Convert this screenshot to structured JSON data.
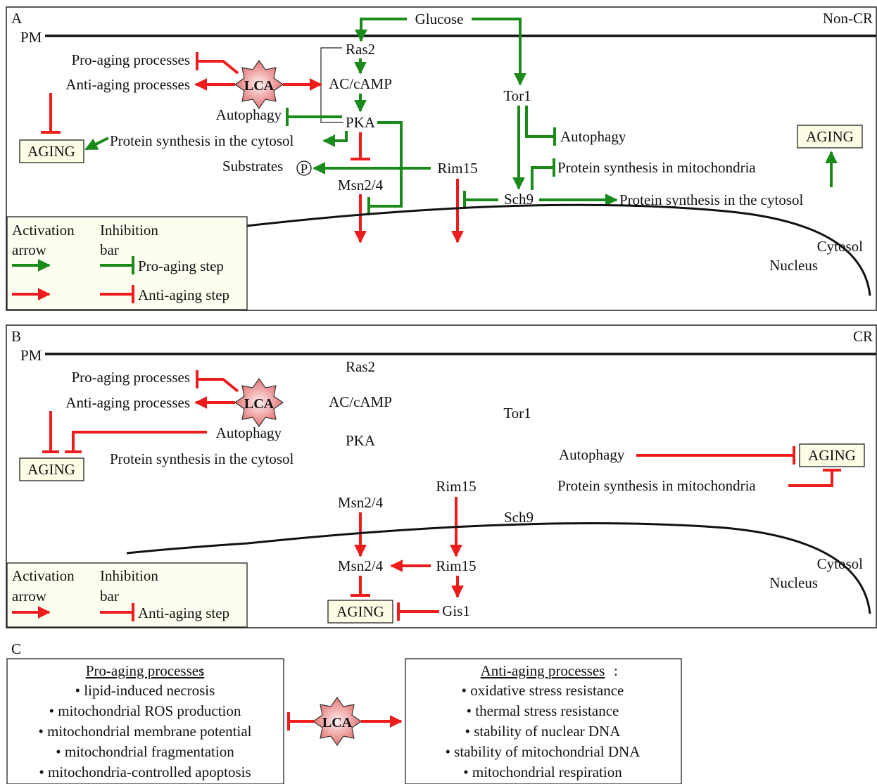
{
  "colors": {
    "activation_pro": "#1a8a1a",
    "anti": "#ee1c1c",
    "legend_bg": "#fefef0",
    "aging_bg": "#fdfde6"
  },
  "panel_a": {
    "label": "A",
    "condition": "Non-CR",
    "pm": "PM",
    "glucose": "Glucose",
    "ras2": "Ras2",
    "ac_camp": "AC/cAMP",
    "pka": "PKA",
    "tor1": "Tor1",
    "sch9": "Sch9",
    "rim15": "Rim15",
    "msn24": "Msn2/4",
    "substrates": "Substrates",
    "phospho": "P",
    "lca": "LCA",
    "pro_aging": "Pro-aging processes",
    "anti_aging": "Anti-aging processes",
    "autophagy_left": "Autophagy",
    "protein_cytosol_left": "Protein synthesis in the cytosol",
    "aging_left": "AGING",
    "aging_right": "AGING",
    "autophagy_right": "Autophagy",
    "protein_mito": "Protein synthesis in mitochondria",
    "protein_cytosol_right": "Protein synthesis in the cytosol",
    "cytosol": "Cytosol",
    "nucleus": "Nucleus",
    "legend": {
      "activation": "Activation",
      "arrow": "arrow",
      "inhibition": "Inhibition",
      "bar": "bar",
      "pro_step": "Pro-aging step",
      "anti_step": "Anti-aging step"
    }
  },
  "panel_b": {
    "label": "B",
    "condition": "CR",
    "pm": "PM",
    "ras2": "Ras2",
    "ac_camp": "AC/cAMP",
    "pka": "PKA",
    "tor1": "Tor1",
    "sch9": "Sch9",
    "rim15_top": "Rim15",
    "msn24_top": "Msn2/4",
    "msn24_nuc": "Msn2/4",
    "rim15_nuc": "Rim15",
    "gis1": "Gis1",
    "aging_nuc": "AGING",
    "lca": "LCA",
    "pro_aging": "Pro-aging processes",
    "anti_aging": "Anti-aging processes",
    "autophagy_left": "Autophagy",
    "protein_cytosol_left": "Protein synthesis in the cytosol",
    "aging_left": "AGING",
    "autophagy_right": "Autophagy",
    "protein_mito": "Protein synthesis in mitochondria",
    "aging_right": "AGING",
    "cytosol": "Cytosol",
    "nucleus": "Nucleus",
    "legend": {
      "activation": "Activation",
      "arrow": "arrow",
      "inhibition": "Inhibition",
      "bar": "bar",
      "anti_step": "Anti-aging step"
    }
  },
  "panel_c": {
    "label": "C",
    "lca": "LCA",
    "pro_title": "Pro-aging processes",
    "pro_items": [
      "• lipid-induced necrosis",
      "• mitochondrial ROS production",
      "• mitochondrial membrane potential",
      "• mitochondrial fragmentation",
      "• mitochondria-controlled apoptosis"
    ],
    "anti_title": "Anti-aging processes",
    "anti_items": [
      "• oxidative stress resistance",
      "• thermal stress resistance",
      "• stability of nuclear DNA",
      "• stability of mitochondrial DNA",
      "• mitochondrial respiration"
    ]
  }
}
